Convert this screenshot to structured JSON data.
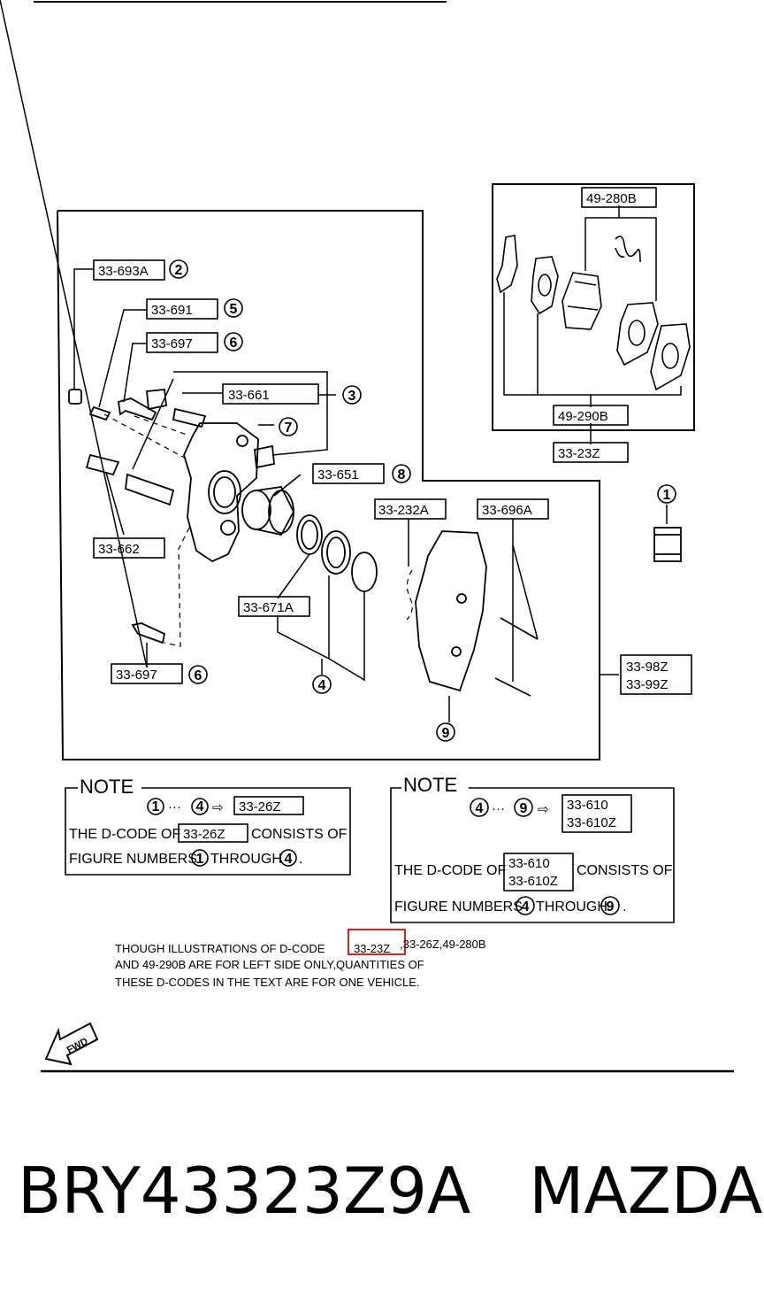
{
  "codes": {
    "c33693a": "33-693A",
    "c33691": "33-691",
    "c33697a": "33-697",
    "c33661": "33-661",
    "c33651": "33-651",
    "c33662": "33-662",
    "c33671a": "33-671A",
    "c33697b": "33-697",
    "c33232a": "33-232A",
    "c33696a": "33-696A",
    "c33_98z": "33-98Z",
    "c33_99z": "33-99Z",
    "c49280b": "49-280B",
    "c49290b": "49-290B",
    "c3323z": "33-23Z"
  },
  "figure_numbers": {
    "n1": "1",
    "n2": "2",
    "n3": "3",
    "n4": "4",
    "n5": "5",
    "n6": "6",
    "n7": "7",
    "n8": "8",
    "n9": "9"
  },
  "note_left": {
    "title": "NOTE",
    "range_from": "1",
    "range_dots": "···",
    "range_to": "4",
    "arrow": "⇨",
    "code": "33-26Z",
    "line1_prefix": "THE D-CODE OF",
    "line1_suffix": "CONSISTS OF",
    "line2_prefix": "FIGURE NUMBERS",
    "line2_mid": "THROUGH",
    "line2_end": "."
  },
  "note_right": {
    "title": "NOTE",
    "range_from": "4",
    "range_dots": "···",
    "range_to": "9",
    "arrow": "⇨",
    "code_a": "33-610",
    "code_b": "33-610Z",
    "line1_prefix": "THE D-CODE OF",
    "line1_suffix": "CONSISTS OF",
    "line2_prefix": "FIGURE NUMBERS",
    "line2_mid": "THROUGH",
    "line2_end": "."
  },
  "footnote": {
    "line1_a": "THOUGH ILLUSTRATIONS OF D-CODE",
    "line1_highlight": "33-23Z",
    "line1_b": ",33-26Z,49-280B",
    "line2": "AND 49-290B ARE FOR LEFT SIDE ONLY,QUANTITIES OF",
    "line3": "THESE D-CODES IN THE TEXT ARE FOR ONE VEHICLE."
  },
  "fwd_label": "FWD",
  "part_number": "BRY43323Z9A",
  "brand": "MAZDA",
  "colors": {
    "highlight": "#e0201b",
    "line": "#000000"
  }
}
